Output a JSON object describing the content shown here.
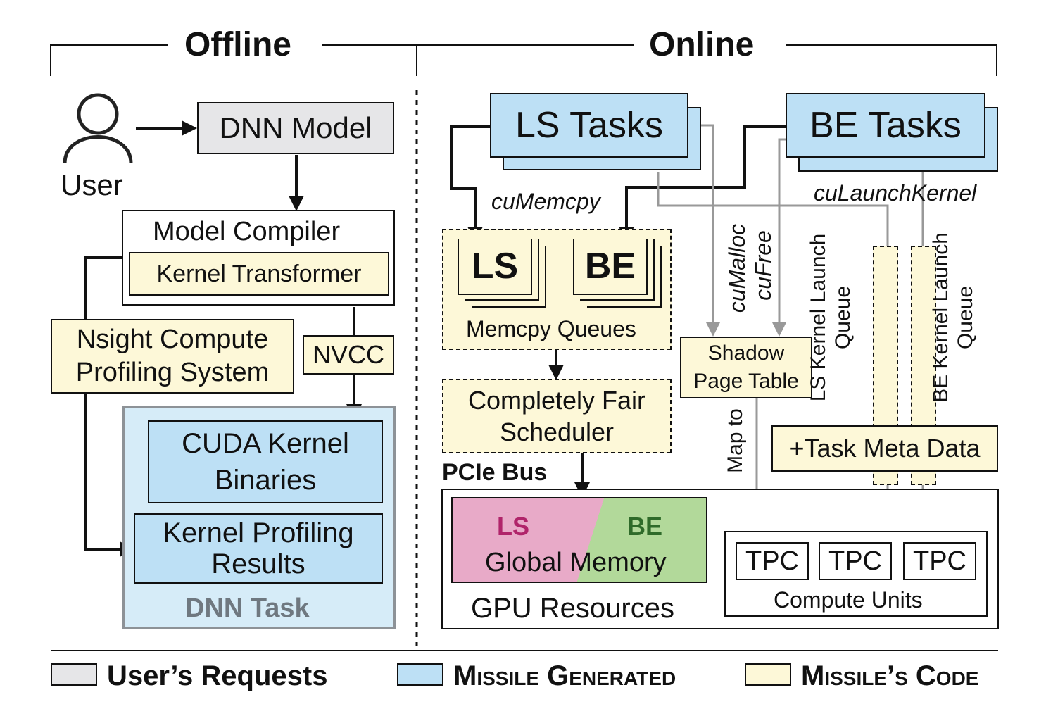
{
  "headers": {
    "offline": "Offline",
    "online": "Online"
  },
  "offline": {
    "user_label": "User",
    "dnn_model": "DNN Model",
    "model_compiler": "Model Compiler",
    "kernel_transformer": "Kernel Transformer",
    "nsight_line1": "Nsight Compute",
    "nsight_line2": "Profiling System",
    "nvcc": "NVCC",
    "cuda_kernel_line1": "CUDA Kernel",
    "cuda_kernel_line2": "Binaries",
    "kernel_profiling_line1": "Kernel Profiling",
    "kernel_profiling_line2": "Results",
    "dnn_task": "DNN Task"
  },
  "online": {
    "ls_tasks": "LS Tasks",
    "be_tasks": "BE Tasks",
    "cumemcpy": "cuMemcpy",
    "culaunchkernel": "cuLaunchKernel",
    "cumalloc": "cuMalloc",
    "cufree": "cuFree",
    "queue_ls": "LS",
    "queue_be": "BE",
    "memcpy_queues": "Memcpy Queues",
    "cfs_line1": "Completely Fair",
    "cfs_line2": "Scheduler",
    "shadow_line1": "Shadow",
    "shadow_line2": "Page Table",
    "map_to": "Map to",
    "ls_kernel_queue_line1": "LS Kernel Launch",
    "ls_kernel_queue_line2": "Queue",
    "be_kernel_queue_line1": "BE Kernel Launch",
    "be_kernel_queue_line2": "Queue",
    "task_meta": "+Task Meta Data",
    "pcie_bus": "PCIe Bus",
    "mem_ls": "LS",
    "mem_be": "BE",
    "global_memory": "Global Memory",
    "gpu_resources": "GPU Resources",
    "tpc_units": [
      "TPC",
      "TPC",
      "TPC"
    ],
    "compute_units": "Compute Units"
  },
  "legend": {
    "users_requests": "User’s Requests",
    "missile_generated": "Missile Generated",
    "missile_code": "Missile’s Code"
  },
  "colors": {
    "gray_fill": "#e6e6e8",
    "blue_fill": "#bde0f5",
    "yellow_fill": "#fdf8d8",
    "pink_ls": "#e8aac8",
    "green_be": "#b2d99a",
    "ls_text": "#b0246a",
    "be_text": "#2f6b2a",
    "gray_arrow": "#999999",
    "task_gray_text": "#6f7880"
  }
}
